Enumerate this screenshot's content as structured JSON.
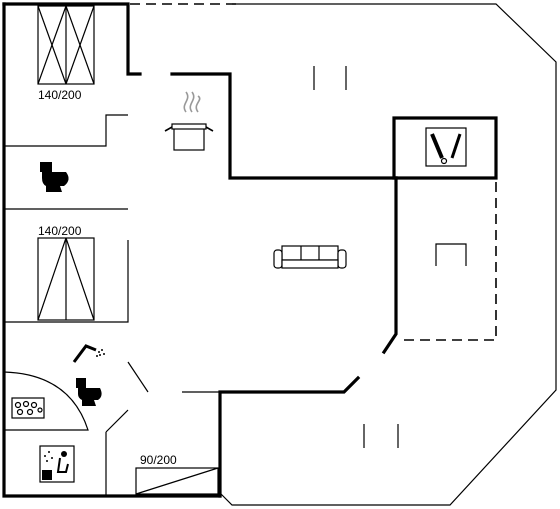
{
  "rooms": {
    "bed1_label": "140/200",
    "bed2_label": "140/200",
    "bed3_label": "90/200"
  },
  "icons": {
    "kitchen": "cooking-pot-icon",
    "toilet": "toilet-icon",
    "shower": "shower-icon",
    "whirlpool": "whirlpool-icon",
    "sauna": "sauna-icon",
    "sofa": "sofa-icon",
    "bbq": "barbecue-icon"
  }
}
